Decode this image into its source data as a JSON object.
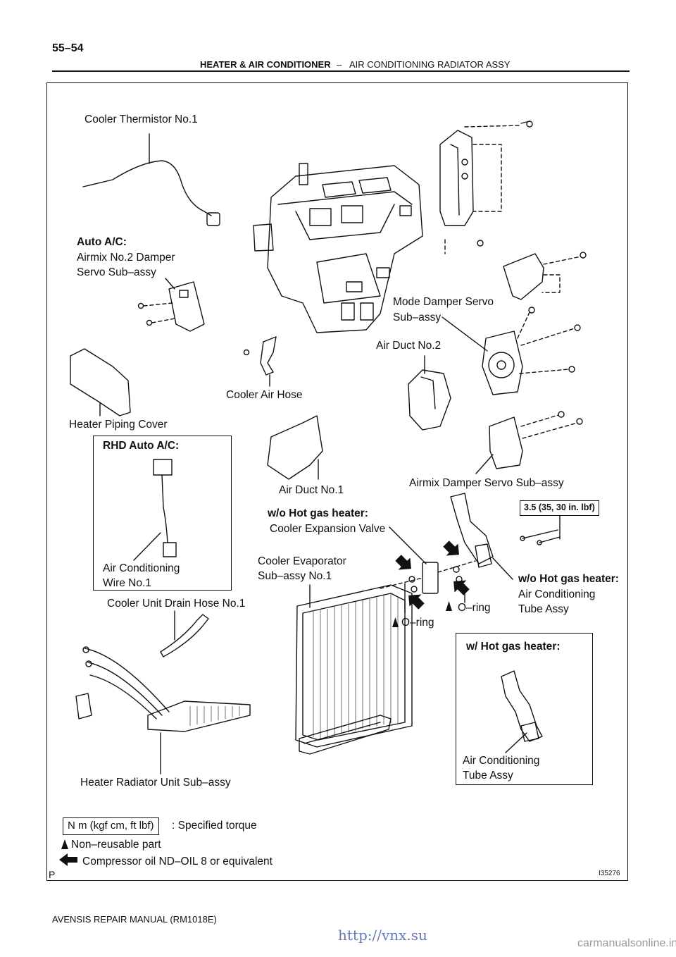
{
  "header": {
    "page_number": "55–54",
    "section": "HEATER & AIR CONDITIONER",
    "dash": "–",
    "subsection": "AIR CONDITIONING RADIATOR ASSY"
  },
  "labels": {
    "cooler_thermistor": "Cooler Thermistor No.1",
    "auto_ac_title": "Auto A/C:",
    "airmix2_line1": "Airmix  No.2  Damper",
    "airmix2_line2": "Servo Sub–assy",
    "mode_damper_line1": "Mode  Damper  Servo",
    "mode_damper_line2": "Sub–assy",
    "air_duct_2": "Air Duct No.2",
    "cooler_air_hose": "Cooler Air Hose",
    "heater_piping_cover": "Heater Piping Cover",
    "rhd_title": "RHD Auto A/C:",
    "ac_wire_line1": "Air Conditioning",
    "ac_wire_line2": "Wire No.1",
    "air_duct_1": "Air Duct No.1",
    "airmix_damper": "Airmix Damper Servo Sub–assy",
    "wo_hot_gas_1": "w/o Hot gas heater:",
    "cooler_expansion_valve": "Cooler Expansion Valve",
    "torque_value": "3.5 (35, 30 in. lbf)",
    "cooler_evap_line1": "Cooler Evaporator",
    "cooler_evap_line2": "Sub–assy No.1",
    "wo_hot_gas_2": "w/o Hot gas heater:",
    "ac_tube_line1": "Air Conditioning",
    "ac_tube_line2": "Tube Assy",
    "drain_hose": "Cooler Unit Drain Hose No.1",
    "oring_1": "O–ring",
    "oring_2": "O–ring",
    "w_hot_gas": "w/ Hot gas heater:",
    "ac_tube2_line1": "Air Conditioning",
    "ac_tube2_line2": "Tube Assy",
    "heater_radiator": "Heater Radiator Unit Sub–assy"
  },
  "legend": {
    "torque_box": "N m (kgf cm, ft lbf)",
    "torque_text": ": Specified torque",
    "nonreusable": "Non–reusable part",
    "oil": "Compressor oil ND–OIL 8 or equivalent"
  },
  "image_code": "I35276",
  "p_mark": "P",
  "footer": "AVENSIS REPAIR MANUAL   (RM1018E)",
  "watermark": "http://vnx.su",
  "site": "carmanualsonline.info"
}
